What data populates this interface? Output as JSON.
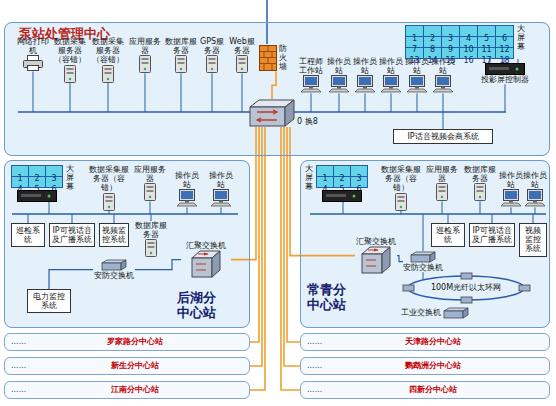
{
  "diagram": {
    "nodes": [
      {
        "text": [
          "泵站处管理中心"
        ]
      },
      {
        "text": [
          "网络打印机"
        ],
        "in": 0
      },
      {
        "text": [
          "数据采集服务器（容错）"
        ],
        "in": 0
      },
      {
        "text": [
          "数据采集服务器（容错）"
        ],
        "in": 0
      },
      {
        "text": [
          "应用服务器"
        ],
        "in": 0
      },
      {
        "text": [
          "数据库服务器"
        ],
        "in": 0
      },
      {
        "text": [
          "GPS服务器"
        ],
        "in": 0
      },
      {
        "text": [
          "Web服务器"
        ],
        "in": 0
      },
      {
        "text": [
          "防火墙"
        ],
        "in": 0
      },
      {
        "text": [
          "工程师工作站"
        ],
        "in": 0
      },
      {
        "text": [
          "操作员站"
        ],
        "in": 0
      },
      {
        "text": [
          "操作员站"
        ],
        "in": 0
      },
      {
        "text": [
          "操作员站"
        ],
        "in": 0
      },
      {
        "text": [
          "操作员站"
        ],
        "in": 0
      },
      {
        "text": [
          "操作员站"
        ],
        "in": 0
      },
      {
        "text": [
          "大屏幕"
        ],
        "in": 0
      },
      {
        "text": [
          "投影屏控制器"
        ],
        "in": 0
      },
      {
        "text": [
          "0 换8"
        ],
        "in": 0
      },
      {
        "text": [
          "IP话音视频会商系统"
        ],
        "in": 0
      },
      {
        "text": [
          "后湖分中心站"
        ]
      },
      {
        "text": [
          "大屏幕"
        ],
        "in": 19
      },
      {
        "text": [
          "数据采集服务器（容错）"
        ],
        "in": 19
      },
      {
        "text": [
          "应用服务器"
        ],
        "in": 19
      },
      {
        "text": [
          "操作员站"
        ],
        "in": 19
      },
      {
        "text": [
          "操作员站"
        ],
        "in": 19
      },
      {
        "text": [
          "巡检系统"
        ],
        "in": 19
      },
      {
        "text": [
          "IP可视话音及广播系统"
        ],
        "in": 19
      },
      {
        "text": [
          "视频监控系统"
        ],
        "in": 19
      },
      {
        "text": [
          "数据库服务器"
        ],
        "in": 19
      },
      {
        "text": [
          "汇聚交换机"
        ],
        "in": 19
      },
      {
        "text": [
          "安防交换机"
        ],
        "in": 19
      },
      {
        "text": [
          "电力监控系统"
        ],
        "in": 19
      },
      {
        "text": [
          "常青分中心站"
        ]
      },
      {
        "text": [
          "大屏幕"
        ],
        "in": 32
      },
      {
        "text": [
          "数据采集服务器（容错）"
        ],
        "in": 32
      },
      {
        "text": [
          "应用服务器"
        ],
        "in": 32
      },
      {
        "text": [
          "数据库服务器"
        ],
        "in": 32
      },
      {
        "text": [
          "操作员站"
        ],
        "in": 32
      },
      {
        "text": [
          "操作员站"
        ],
        "in": 32
      },
      {
        "text": [
          "巡检系统"
        ],
        "in": 32
      },
      {
        "text": [
          "IP可视话音及广播系统"
        ],
        "in": 32
      },
      {
        "text": [
          "视频监控系统"
        ],
        "in": 32
      },
      {
        "text": [
          "汇聚交换机"
        ],
        "in": 32
      },
      {
        "text": [
          "安防交换机"
        ],
        "in": 32
      },
      {
        "text": [
          "工业交换机"
        ],
        "in": 32
      },
      {
        "text": [
          "......",
          "罗家路分中心站"
        ]
      },
      {
        "text": [
          "......",
          "天津路分中心站"
        ]
      },
      {
        "text": [
          "......",
          "新生分中心站"
        ]
      },
      {
        "text": [
          "......",
          "鹦鹉洲分中心站"
        ]
      },
      {
        "text": [
          "......",
          "江南分中心站"
        ]
      },
      {
        "text": [
          "......",
          "四新分中心站"
        ]
      }
    ],
    "edges": [
      {
        "from": 8,
        "to": 17,
        "arrow": "none"
      },
      {
        "from": 17,
        "to": 29,
        "arrow": "none"
      },
      {
        "from": 17,
        "to": 42,
        "arrow": "none"
      },
      {
        "from": 17,
        "to": 45,
        "arrow": "none"
      },
      {
        "from": 17,
        "to": 46,
        "arrow": "none"
      },
      {
        "from": 17,
        "to": 47,
        "arrow": "none"
      },
      {
        "from": 17,
        "to": 48,
        "arrow": "none"
      },
      {
        "from": 17,
        "to": 49,
        "arrow": "none"
      },
      {
        "from": 17,
        "to": 50,
        "arrow": "none"
      },
      {
        "from": 29,
        "to": 30,
        "arrow": "none"
      },
      {
        "from": 30,
        "to": 31,
        "arrow": "none"
      },
      {
        "from": 42,
        "to": 43,
        "arrow": "none"
      }
    ],
    "labels": [
      "1",
      "2",
      "3",
      "4",
      "5",
      "6",
      "7",
      "8",
      "9",
      "10",
      "11",
      "12",
      "13",
      "14",
      "15",
      "16",
      "17",
      "18",
      "1",
      "2",
      "3",
      "4",
      "5",
      "6",
      "1",
      "2",
      "3",
      "4",
      "5",
      "6",
      "100M光纤以太环网"
    ]
  }
}
